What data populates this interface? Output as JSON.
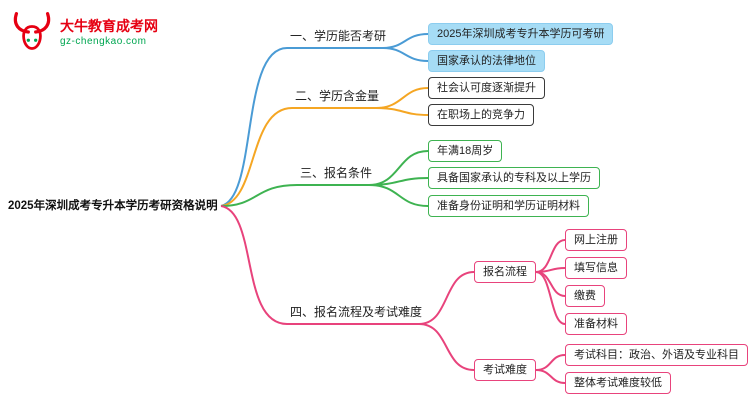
{
  "logo": {
    "title": "大牛教育成考网",
    "subtitle": "gz-chengkao.com",
    "icon": "bull-icon"
  },
  "root": {
    "label": "2025年深圳成考专升本学历考研资格说明"
  },
  "colors": {
    "branch1_blue": "#4a9bd5",
    "branch1_fill": "#a6dcf5",
    "branch2_orange": "#f5a623",
    "branch2_child_border": "#3a3a3a",
    "branch3_green": "#3eb351",
    "branch4_pink": "#e8437c",
    "logo_red": "#e60012",
    "logo_green": "#00a651"
  },
  "branches": [
    {
      "label": "一、学历能否考研",
      "color": "#4a9bd5",
      "children": [
        {
          "label": "2025年深圳成考专升本学历可考研"
        },
        {
          "label": "国家承认的法律地位"
        }
      ]
    },
    {
      "label": "二、学历含金量",
      "color": "#f5a623",
      "children": [
        {
          "label": "社会认可度逐渐提升"
        },
        {
          "label": "在职场上的竞争力"
        }
      ]
    },
    {
      "label": "三、报名条件",
      "color": "#3eb351",
      "children": [
        {
          "label": "年满18周岁"
        },
        {
          "label": "具备国家承认的专科及以上学历"
        },
        {
          "label": "准备身份证明和学历证明材料"
        }
      ]
    },
    {
      "label": "四、报名流程及考试难度",
      "color": "#e8437c",
      "children": [
        {
          "label": "报名流程",
          "children": [
            {
              "label": "网上注册"
            },
            {
              "label": "填写信息"
            },
            {
              "label": "缴费"
            },
            {
              "label": "准备材料"
            }
          ]
        },
        {
          "label": "考试难度",
          "children": [
            {
              "label": "考试科目：政治、外语及专业科目"
            },
            {
              "label": "整体考试难度较低"
            }
          ]
        }
      ]
    }
  ]
}
